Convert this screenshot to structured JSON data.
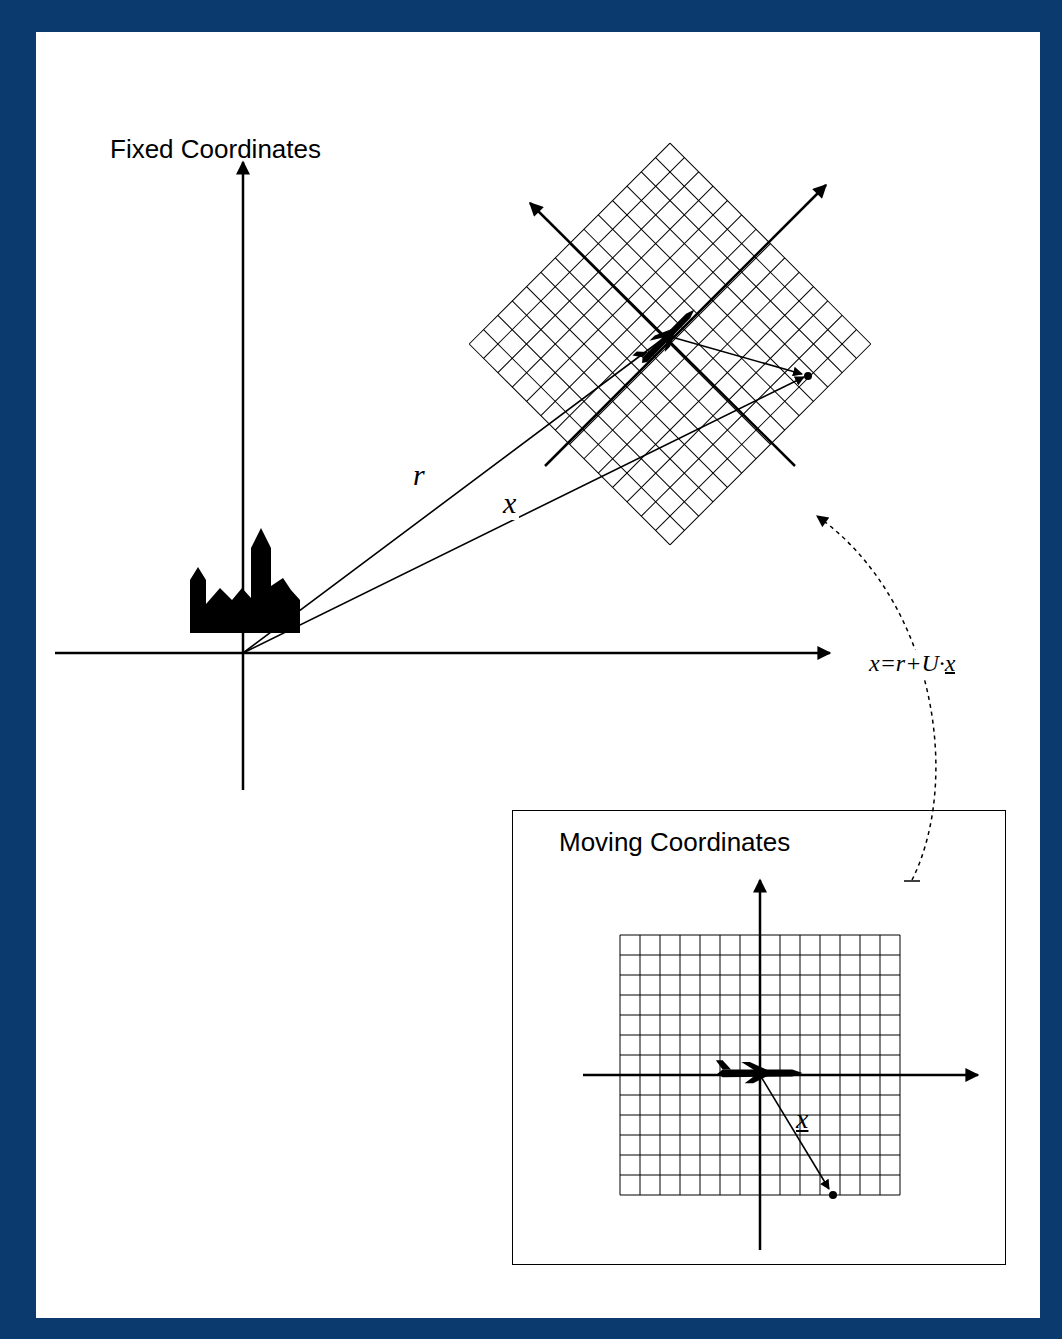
{
  "diagram": {
    "nodes": [
      {
        "text": [
          "Moving Coordinates"
        ]
      }
    ],
    "labels": [
      "Fixed Coordinates",
      "r",
      "x",
      "x=r+U·x",
      "x"
    ]
  }
}
